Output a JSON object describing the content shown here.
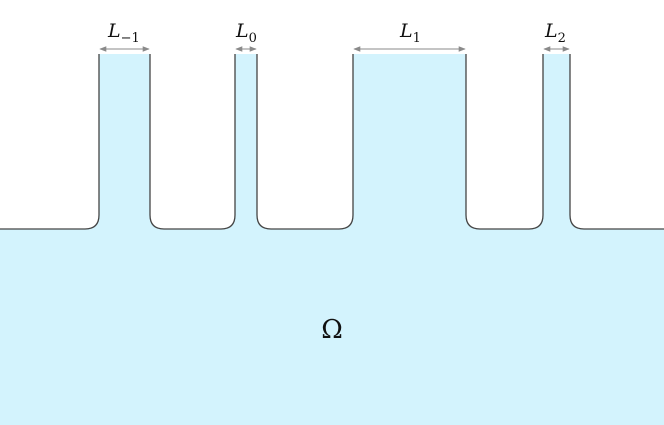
{
  "colors": {
    "fluid": "#d3f3fd",
    "outline": "#444444",
    "arrow": "#8a8a8a",
    "text": "#111111"
  },
  "domain_label": "Ω",
  "channels": [
    {
      "id": "L-1",
      "symbol": "L",
      "subscript": "−1"
    },
    {
      "id": "L0",
      "symbol": "L",
      "subscript": "0"
    },
    {
      "id": "L1",
      "symbol": "L",
      "subscript": "1"
    },
    {
      "id": "L2",
      "symbol": "L",
      "subscript": "2"
    }
  ]
}
